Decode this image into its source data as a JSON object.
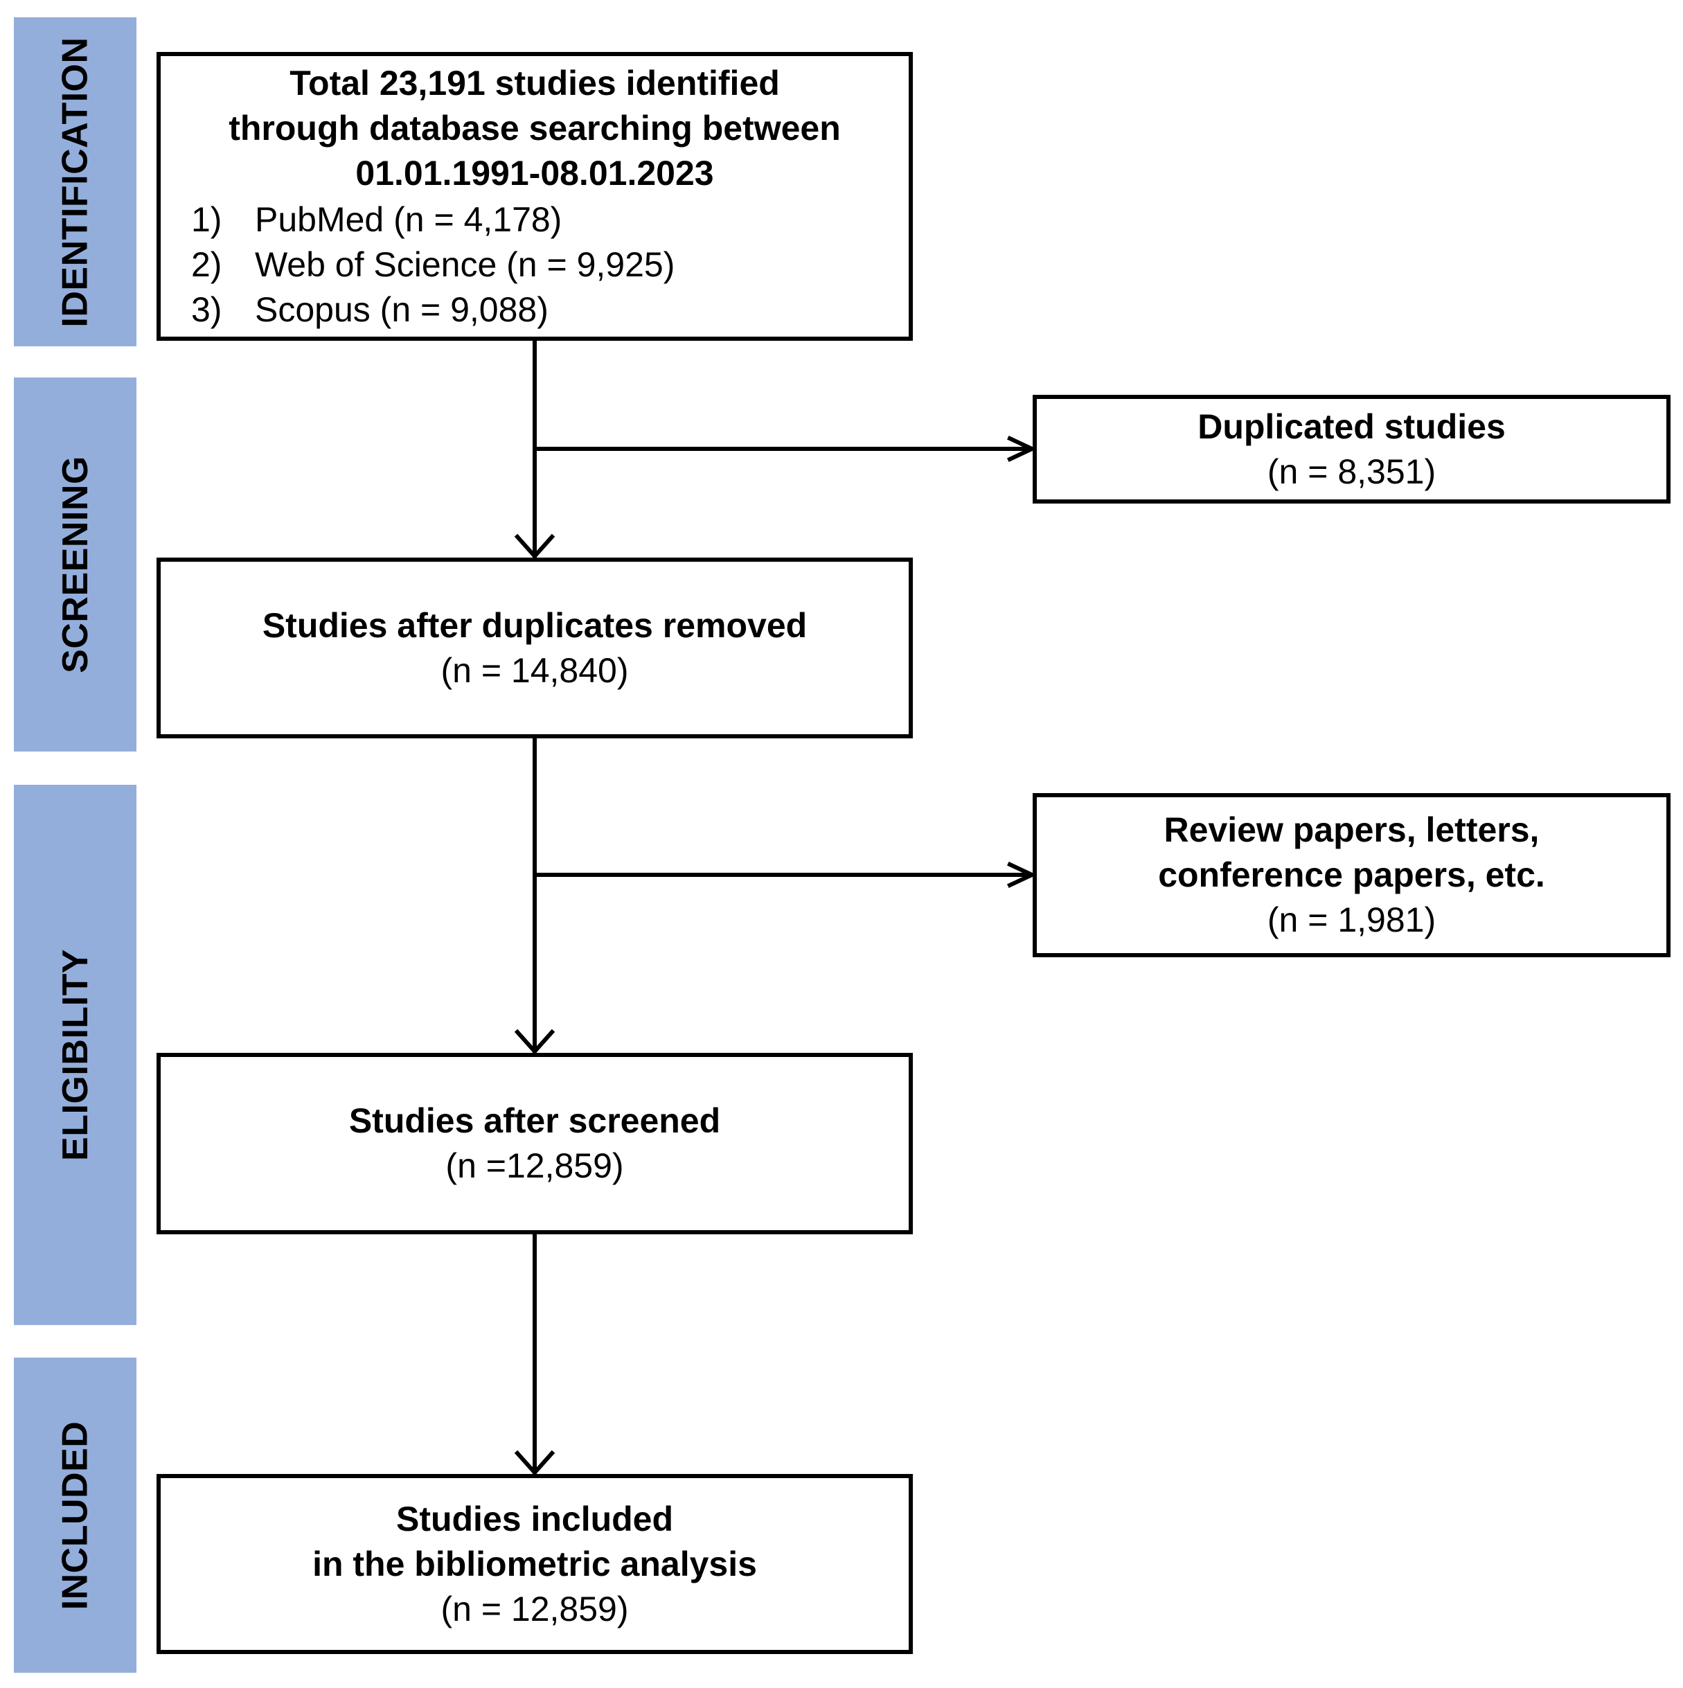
{
  "phases": [
    {
      "label": "IDENTIFICATION"
    },
    {
      "label": "SCREENING"
    },
    {
      "label": "ELIGIBILITY"
    },
    {
      "label": "INCLUDED"
    }
  ],
  "identification_box": {
    "title_lines": [
      "Total 23,191 studies identified",
      "through database searching between",
      "01.01.1991-08.01.2023"
    ],
    "sources": [
      {
        "num": "1)",
        "text": "PubMed (n = 4,178)"
      },
      {
        "num": "2)",
        "text": "Web of Science (n = 9,925)"
      },
      {
        "num": "3)",
        "text": "Scopus (n = 9,088)"
      }
    ]
  },
  "duplicated_box": {
    "title": "Duplicated studies",
    "count": "(n = 8,351)"
  },
  "after_duplicates_box": {
    "title": "Studies after duplicates removed",
    "count": "(n = 14,840)"
  },
  "excluded_box": {
    "title_lines": [
      "Review papers, letters,",
      "conference papers, etc."
    ],
    "count": "(n = 1,981)"
  },
  "screened_box": {
    "title": "Studies after screened",
    "count": "(n =12,859)"
  },
  "included_box": {
    "title_lines": [
      "Studies included",
      "in the bibliometric analysis"
    ],
    "count": "(n = 12,859)"
  },
  "colors": {
    "phase_bar": "#94aedc",
    "border": "#000000",
    "background": "#ffffff"
  }
}
